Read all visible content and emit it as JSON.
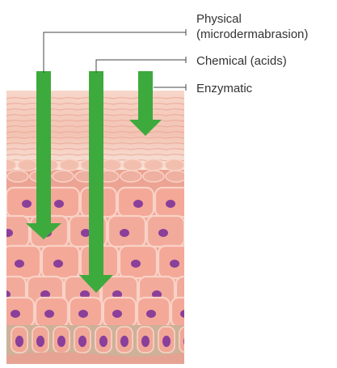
{
  "labels": {
    "physical_line1": "Physical",
    "physical_line2": "(microdermabrasion)",
    "chemical": "Chemical (acids)",
    "enzymatic": "Enzymatic"
  },
  "colors": {
    "arrow": "#3daa3d",
    "stratum_corneum": "#f6cdbf",
    "cell_fill": "#f4a898",
    "cell_outline": "#f9d2c6",
    "nucleus": "#8a3f9a",
    "basal_layer": "#c8a98f",
    "dermis": "#e9a89a",
    "text": "#333333"
  },
  "icons": {
    "arrow_physical": "down-arrow",
    "arrow_chemical": "down-arrow",
    "arrow_enzymatic": "down-arrow"
  }
}
